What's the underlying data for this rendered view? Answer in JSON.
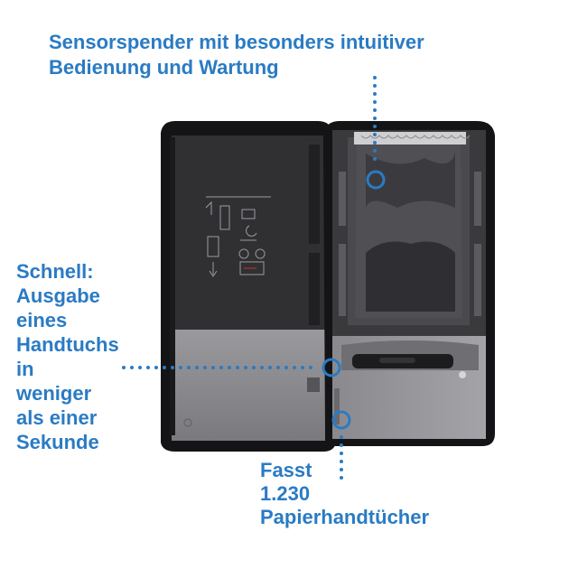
{
  "colors": {
    "accent": "#2a7bc4",
    "dispenser_dark": "#1b1b1d",
    "dispenser_interior": "#3c3c3f",
    "dispenser_grey": "#8f8f93"
  },
  "callouts": {
    "top": {
      "lines": [
        "Sensorspender mit besonders intuitiver",
        "Bedienung und Wartung"
      ]
    },
    "left": {
      "lines": [
        "Schnell:",
        "Ausgabe",
        "eines",
        "Handtuchs",
        "in",
        "weniger",
        "als einer",
        "Sekunde"
      ]
    },
    "bottom": {
      "lines": [
        "Fasst",
        "1.230",
        "Papierhandtücher"
      ]
    }
  },
  "illustration": {
    "subject": "opened-paper-towel-dispenser",
    "icons": [
      "instruction-diagram-icon",
      "sensor-window-icon",
      "paper-outlet-icon"
    ]
  }
}
